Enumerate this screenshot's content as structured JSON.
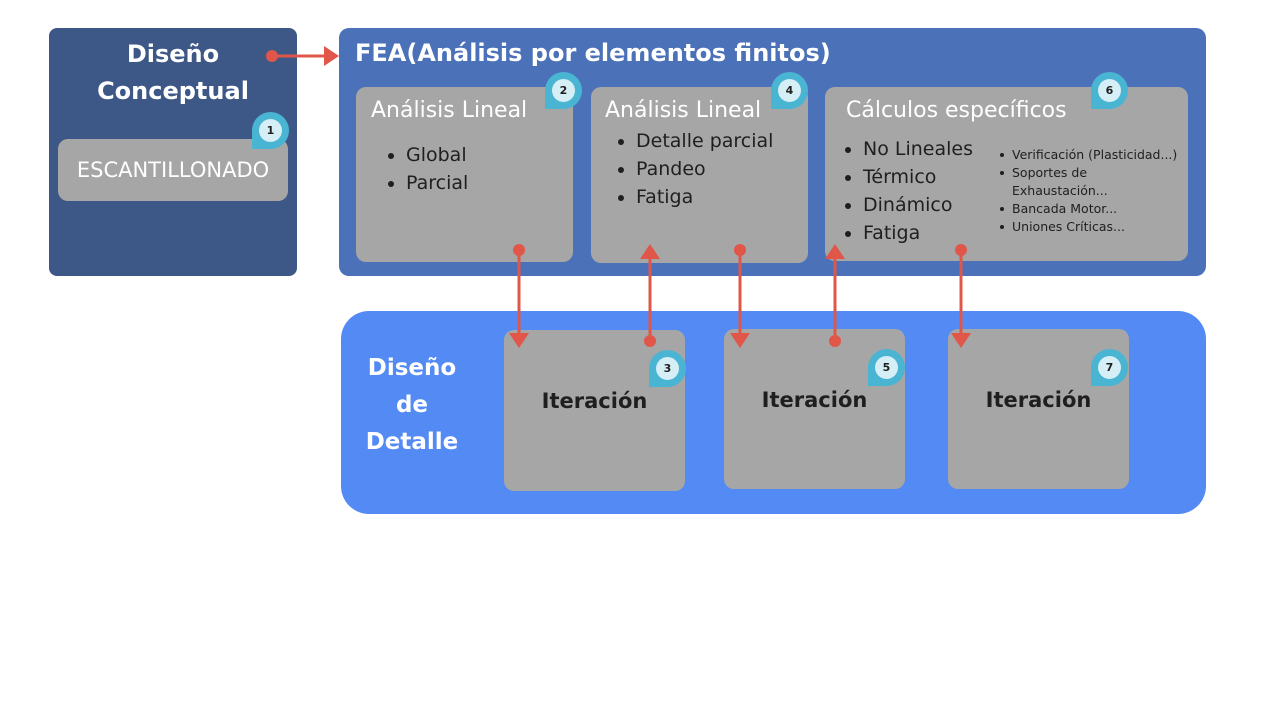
{
  "concept": {
    "title_line1": "Diseño",
    "title_line2": "Conceptual",
    "scantling": "ESCANTILLONADO",
    "badge": "1"
  },
  "fea": {
    "title": "FEA(Análisis por elementos finitos)",
    "boxes": [
      {
        "badge": "2",
        "title": "Análisis Lineal",
        "items": [
          "Global",
          "Parcial"
        ]
      },
      {
        "badge": "4",
        "title": "Análisis Lineal",
        "items": [
          "Detalle parcial",
          "Pandeo",
          "Fatiga"
        ]
      },
      {
        "badge": "6",
        "title": "Cálculos específicos",
        "items": [
          "No Lineales",
          "Térmico",
          "Dinámico",
          "Fatiga"
        ],
        "sub_items": [
          "Verificación (Plasticidad...)",
          "Soportes de Exhaustación...",
          "Bancada Motor...",
          "Uniones Críticas..."
        ]
      }
    ]
  },
  "detail": {
    "title_line1": "Diseño",
    "title_line2": "de",
    "title_line3": "Detalle",
    "iterations": [
      {
        "badge": "3",
        "label": "Iteración"
      },
      {
        "badge": "5",
        "label": "Iteración"
      },
      {
        "badge": "7",
        "label": "Iteración"
      }
    ]
  },
  "colors": {
    "concept_panel": "#3d5787",
    "fea_panel": "#4b71b8",
    "detail_panel": "#548af4",
    "box": "#a6a6a6",
    "arrow": "#e0574a",
    "badge": "#4ab4d3"
  }
}
